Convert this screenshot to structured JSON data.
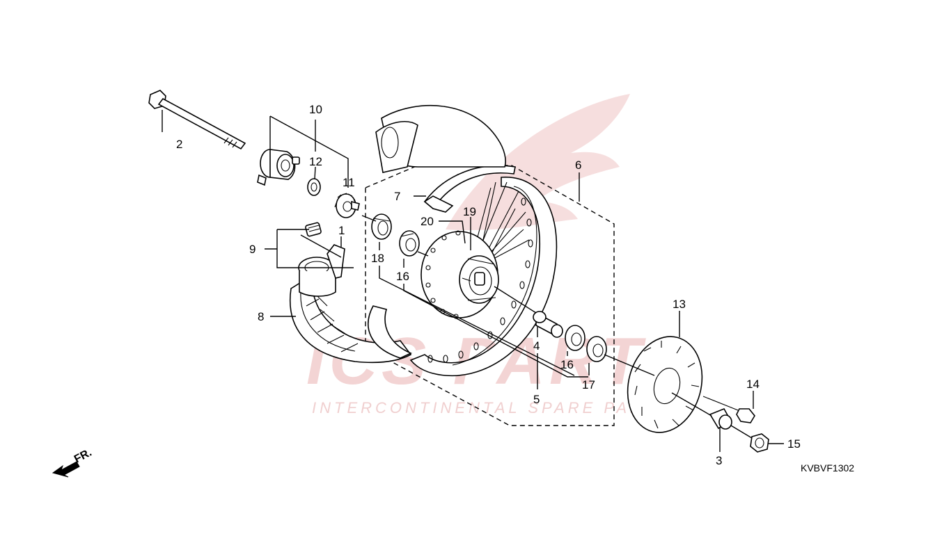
{
  "watermark": {
    "brand": "ICS PARTS",
    "tagline": "INTERCONTINENTAL SPARE PARTS"
  },
  "diagram_code": "KVBVF1302",
  "direction_marker": "FR.",
  "callouts": [
    "1",
    "2",
    "3",
    "4",
    "5",
    "6",
    "7",
    "8",
    "9",
    "10",
    "11",
    "12",
    "13",
    "14",
    "15",
    "16",
    "16",
    "17",
    "18",
    "19",
    "20"
  ],
  "colors": {
    "line": "#000000",
    "watermark": "#f3d4d4"
  },
  "icons": {
    "direction": "arrow-left-down-icon"
  }
}
